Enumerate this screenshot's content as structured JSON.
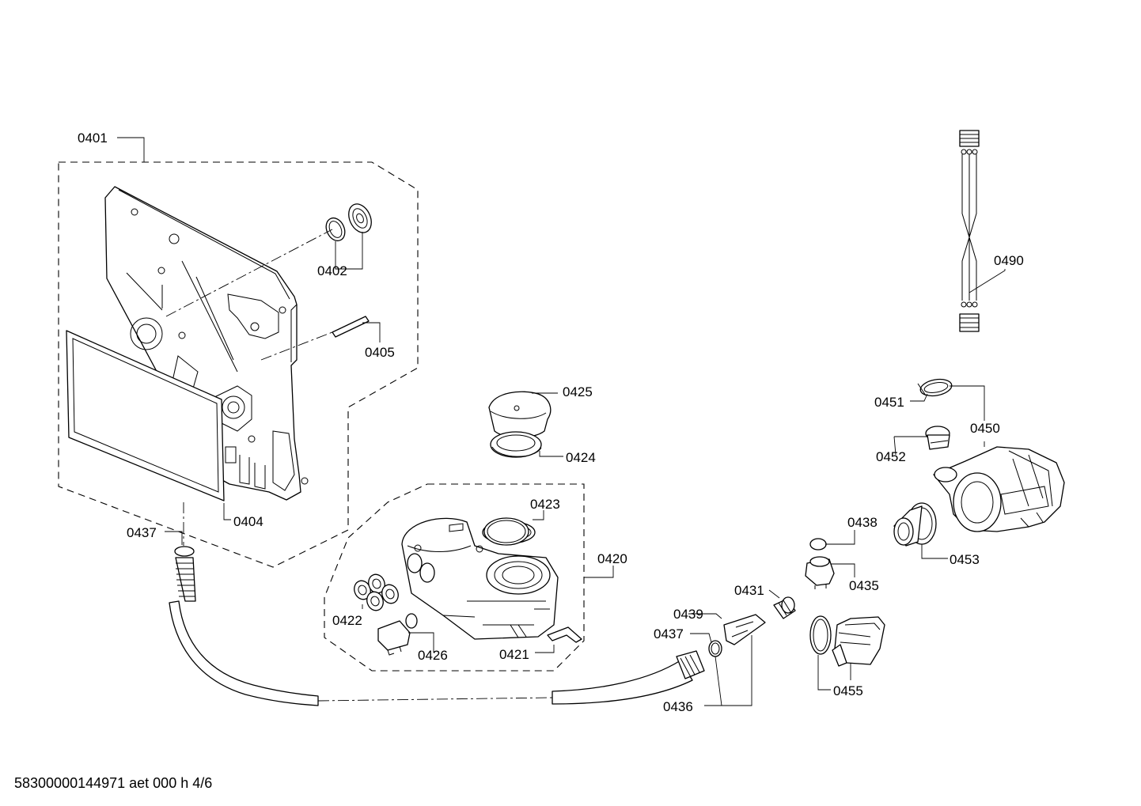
{
  "callouts": {
    "p0401": "0401",
    "p0402": "0402",
    "p0404": "0404",
    "p0405": "0405",
    "p0420": "0420",
    "p0421": "0421",
    "p0422": "0422",
    "p0423": "0423",
    "p0424": "0424",
    "p0425": "0425",
    "p0426": "0426",
    "p0431": "0431",
    "p0435": "0435",
    "p0436": "0436",
    "p0437a": "0437",
    "p0437b": "0437",
    "p0438": "0438",
    "p0439": "0439",
    "p0450": "0450",
    "p0451": "0451",
    "p0452": "0452",
    "p0453": "0453",
    "p0455": "0455",
    "p0490": "0490"
  },
  "footer": {
    "drawing_code": "58300000144971 aet 000 h 4/6"
  }
}
